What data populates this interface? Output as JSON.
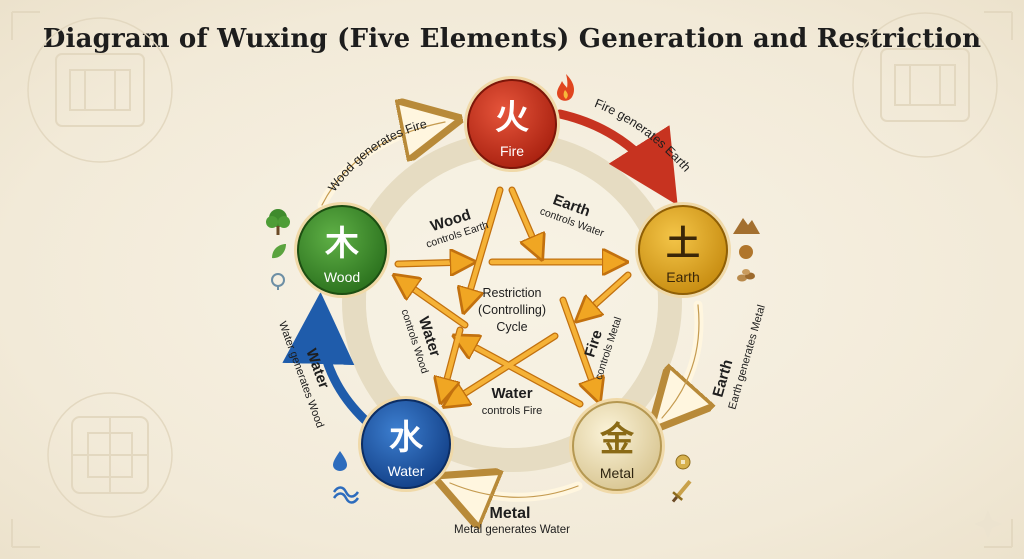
{
  "title": "Diagram of Wuxing (Five Elements) Generation and Restriction",
  "center_label": {
    "line1": "Restriction",
    "line2": "(Controlling)",
    "line3": "Cycle"
  },
  "elements": {
    "fire": {
      "glyph": "火",
      "name": "Fire",
      "color": "#c9301f"
    },
    "earth": {
      "glyph": "土",
      "name": "Earth",
      "color": "#d9a21c"
    },
    "metal": {
      "glyph": "金",
      "name": "Metal",
      "color": "#e9dcb4"
    },
    "water": {
      "glyph": "水",
      "name": "Water",
      "color": "#1d5aa8"
    },
    "wood": {
      "glyph": "木",
      "name": "Wood",
      "color": "#3c8f2c"
    }
  },
  "generation": {
    "wood_fire": "Wood generates Fire",
    "fire_earth": "Fire generates Earth",
    "earth_metal": {
      "head": "Earth",
      "text": "Earth generates Metal"
    },
    "metal_water": {
      "head": "Metal",
      "text": "Metal generates Water"
    },
    "water_wood": {
      "head": "Water",
      "text": "Water generates Wood"
    }
  },
  "restriction": {
    "wood": {
      "head": "Wood",
      "text": "controls Earth"
    },
    "earth": {
      "head": "Earth",
      "text": "controls Water"
    },
    "fire": {
      "head": "Fire",
      "text": "controls Metal"
    },
    "water_fire": {
      "head": "Water",
      "text": "controls Fire"
    },
    "water_wood": {
      "head": "Water",
      "text": "controls Wood"
    }
  }
}
